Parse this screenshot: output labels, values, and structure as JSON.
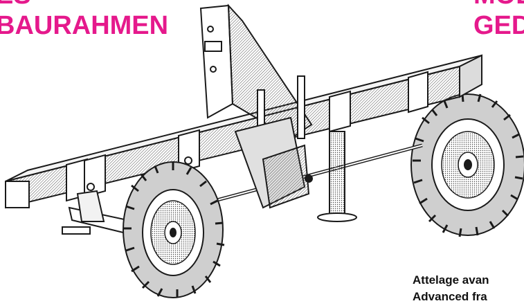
{
  "headings": {
    "left_line1": "ES",
    "left_line2": "BAURAHMEN",
    "right_line1": "MOD",
    "right_line2": "GED"
  },
  "captions": {
    "line1": "Attelage avan",
    "line2": "Advanced fra"
  },
  "colors": {
    "heading": "#e5198c",
    "ink": "#1a1a1a",
    "paper": "#ffffff"
  }
}
